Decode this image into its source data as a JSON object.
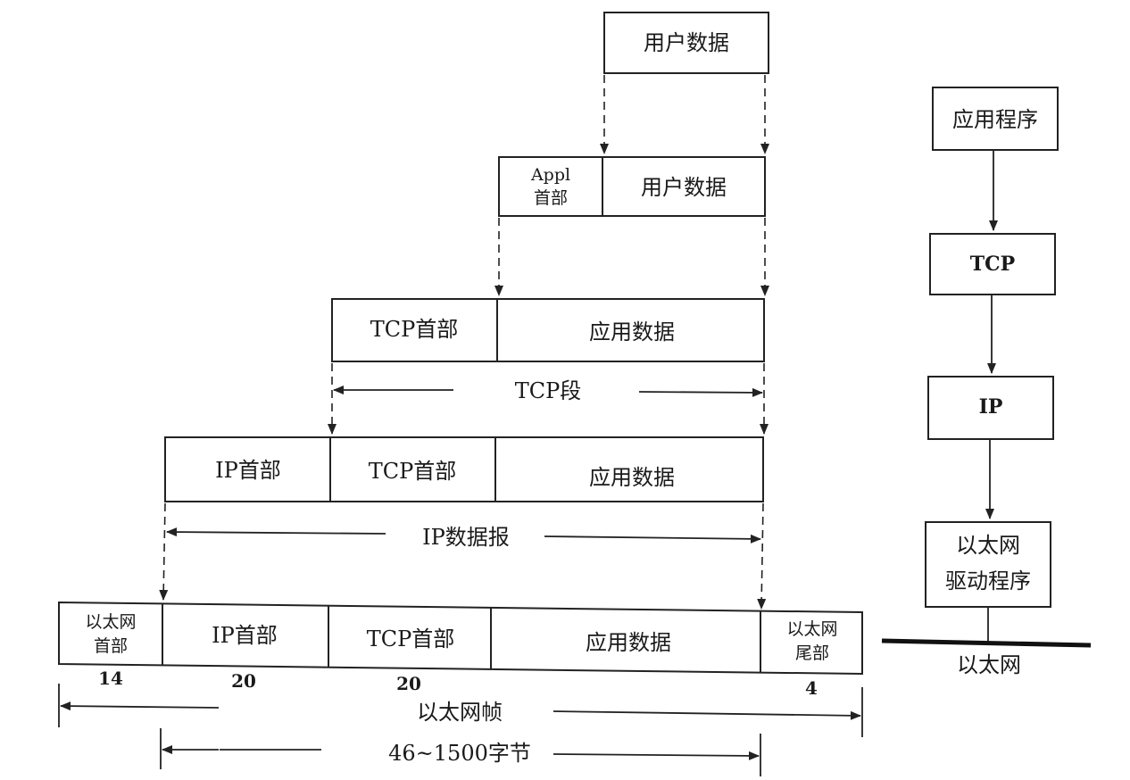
{
  "encapsulation": {
    "user_data_box": "用户数据",
    "appl_row": {
      "appl_header_line1": "Appl",
      "appl_header_line2": "首部",
      "user_data": "用户数据"
    },
    "tcp_row": {
      "tcp_header": "TCP首部",
      "app_data": "应用数据"
    },
    "tcp_segment_label": "TCP段",
    "ip_row": {
      "ip_header": "IP首部",
      "tcp_header": "TCP首部",
      "app_data": "应用数据"
    },
    "ip_datagram_label": "IP数据报",
    "eth_row": {
      "eth_header_line1": "以太网",
      "eth_header_line2": "首部",
      "ip_header": "IP首部",
      "tcp_header": "TCP首部",
      "app_data": "应用数据",
      "eth_trailer_line1": "以太网",
      "eth_trailer_line2": "尾部"
    },
    "sizes": {
      "eth_header": "14",
      "ip_header": "20",
      "tcp_header": "20",
      "eth_trailer": "4"
    },
    "eth_frame_label": "以太网帧",
    "payload_range_label": "46~1500字节"
  },
  "stack": {
    "application": "应用程序",
    "tcp": "TCP",
    "ip": "IP",
    "driver_line1": "以太网",
    "driver_line2": "驱动程序",
    "network": "以太网"
  }
}
